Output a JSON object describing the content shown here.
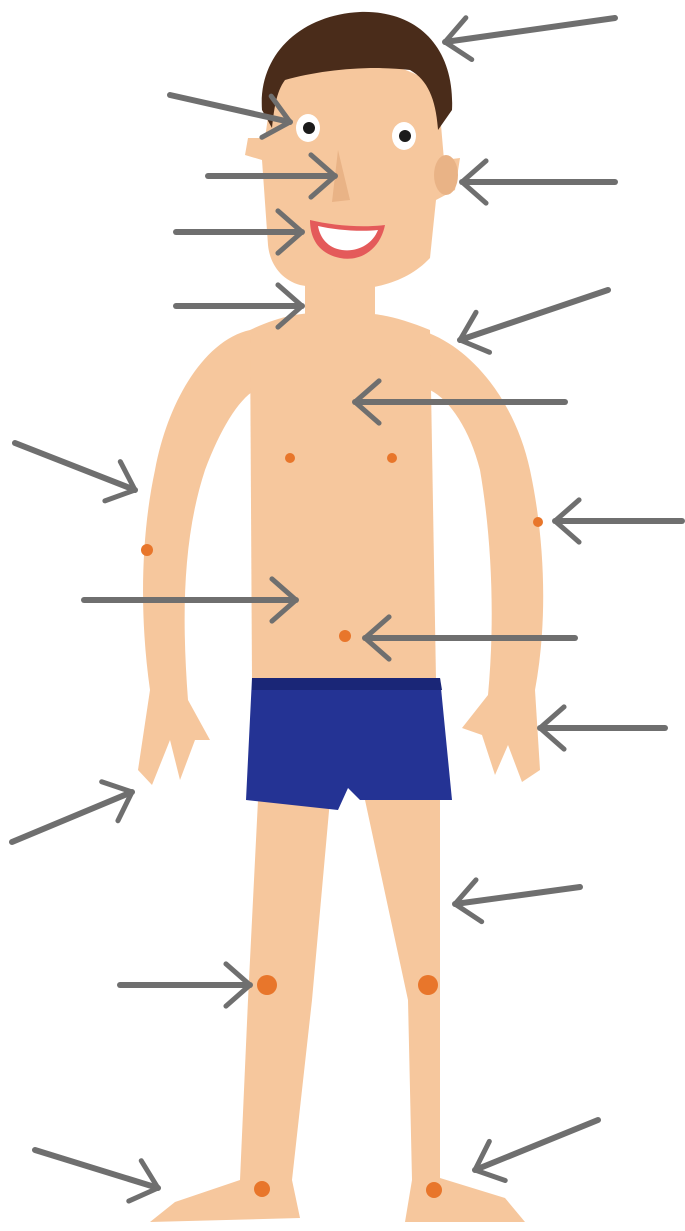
{
  "colors": {
    "skin": "#f6c79d",
    "skin_shadow": "#e9b386",
    "hair": "#4a2c1a",
    "shorts": "#243394",
    "shorts_shadow": "#1a2677",
    "mark": "#e8762b",
    "arrow": "#6f6f6f",
    "mouth": "#e45a5a",
    "teeth": "#ffffff",
    "eye": "#1b1b1b"
  },
  "icons": {
    "pointer": "arrow-icon"
  },
  "pointers": [
    {
      "name": "arrow-hair"
    },
    {
      "name": "arrow-eye"
    },
    {
      "name": "arrow-nose"
    },
    {
      "name": "arrow-ear"
    },
    {
      "name": "arrow-mouth"
    },
    {
      "name": "arrow-neck"
    },
    {
      "name": "arrow-shoulder"
    },
    {
      "name": "arrow-chest"
    },
    {
      "name": "arrow-elbow-left"
    },
    {
      "name": "arrow-elbow-right"
    },
    {
      "name": "arrow-stomach"
    },
    {
      "name": "arrow-navel"
    },
    {
      "name": "arrow-hand-right"
    },
    {
      "name": "arrow-hand-left"
    },
    {
      "name": "arrow-thigh"
    },
    {
      "name": "arrow-knee"
    },
    {
      "name": "arrow-foot-left"
    },
    {
      "name": "arrow-ankle-right"
    }
  ]
}
